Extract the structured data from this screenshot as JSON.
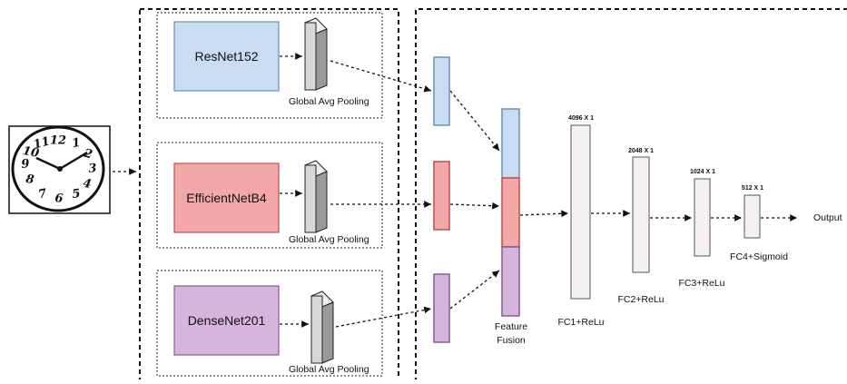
{
  "backbones": [
    {
      "name": "ResNet152",
      "fill": "#c8dcf2",
      "stroke": "#6a8fb8",
      "pool_label": "Global Avg Pooling"
    },
    {
      "name": "EfficientNetB4",
      "fill": "#f2a8a6",
      "stroke": "#c84a48",
      "pool_label": "Global Avg Pooling"
    },
    {
      "name": "DenseNet201",
      "fill": "#d5b5dc",
      "stroke": "#8a5a96",
      "pool_label": "Global Avg Pooling"
    }
  ],
  "fusion": {
    "label_line1": "Feature",
    "label_line2": "Fusion"
  },
  "fc_layers": [
    {
      "size": "4096 X 1",
      "name": "FC1+ReLu"
    },
    {
      "size": "2048 X 1",
      "name": "FC2+ReLu"
    },
    {
      "size": "1024 X 1",
      "name": "FC3+ReLu"
    },
    {
      "size": "512 X 1",
      "name": "FC4+Sigmoid"
    }
  ],
  "output_label": "Output",
  "clock_numbers": [
    "12",
    "1",
    "2",
    "3",
    "4",
    "5",
    "6",
    "7",
    "8",
    "9",
    "10",
    "11"
  ],
  "colors": {
    "line": "#111111",
    "fc_fill": "#f4f0f0",
    "fc_stroke": "#555555"
  }
}
